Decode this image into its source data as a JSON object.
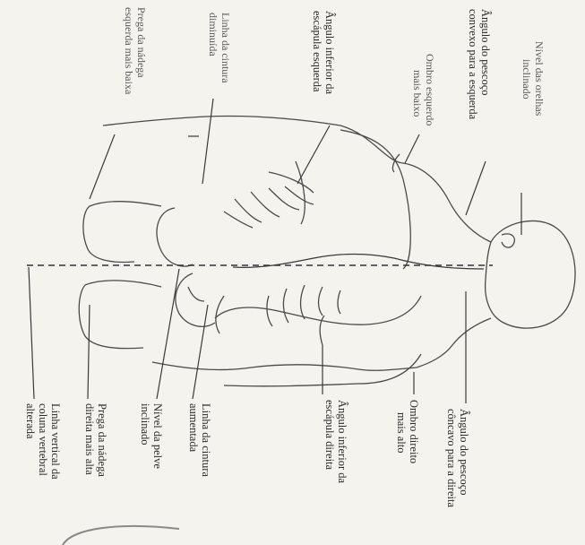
{
  "labels_top": [
    "Nível das orelhas",
    "inclinado",
    "Ângulo do pescoço",
    "convexo para a esquerda",
    "Ombro esquerdo",
    "mais baixo",
    "Ângulo inferior da",
    "escápula esquerda",
    "Linha da cintura",
    "diminuída",
    "Prega da nádega",
    "esquerda mais baixa"
  ],
  "labels_bottom": [
    "Ângulo do pescoço",
    "côncavo para a direita",
    "Ombro direito",
    "mais alto",
    "Ângulo inferior da",
    "escápula direita",
    "Linha da cintura",
    "aumentada",
    "Nível da pelve",
    "inclinado",
    "Prega da nádega",
    "direita mais alta",
    "Linha vertical da",
    "coluna vertebral",
    "alterada"
  ]
}
